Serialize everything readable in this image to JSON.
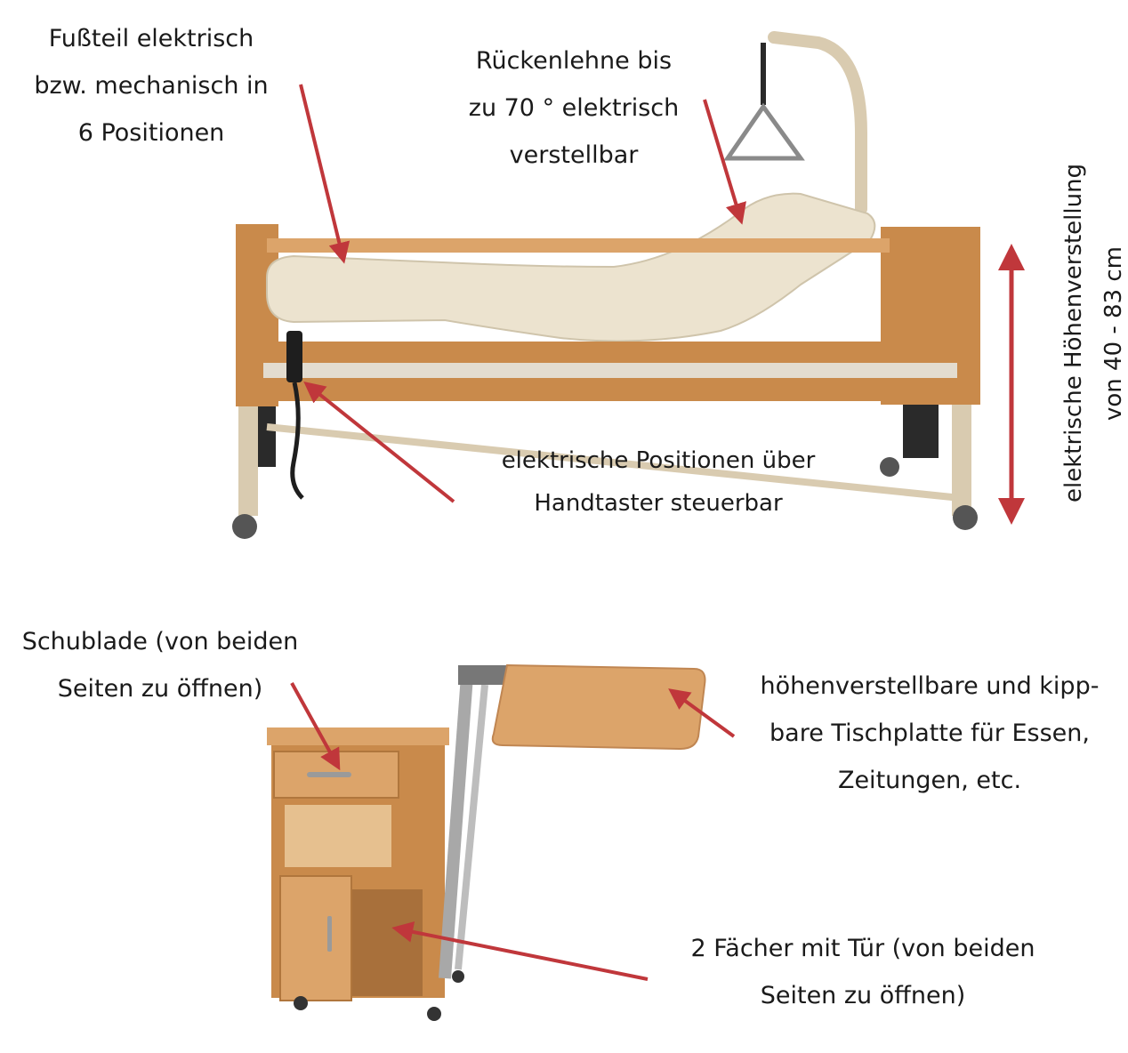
{
  "labels": {
    "foot": [
      "Fußteil elektrisch",
      "bzw. mechanisch in",
      "6 Positionen"
    ],
    "back": [
      "Rückenlehne bis",
      "zu 70 ° elektrisch",
      "verstellbar"
    ],
    "handset": [
      "elektrische Positionen über",
      "Handtaster steuerbar"
    ],
    "height": [
      "elektrische Höhenverstellung",
      "von 40 - 83 cm"
    ],
    "drawer": [
      "Schublade (von beiden",
      "Seiten zu öffnen)"
    ],
    "table": [
      "höhenverstellbare und kipp-",
      "bare Tischplatte für Essen,",
      "Zeitungen, etc."
    ],
    "compartments": [
      "2 Fächer mit Tür (von beiden",
      "Seiten zu öffnen)"
    ]
  },
  "colors": {
    "arrow": "#c0373b",
    "wood": "#c98a4b",
    "wood_light": "#dca46a",
    "mattress": "#ece3cf",
    "frame": "#d9cbb0",
    "metal": "#9a9a9a",
    "dark": "#2a2a2a"
  }
}
